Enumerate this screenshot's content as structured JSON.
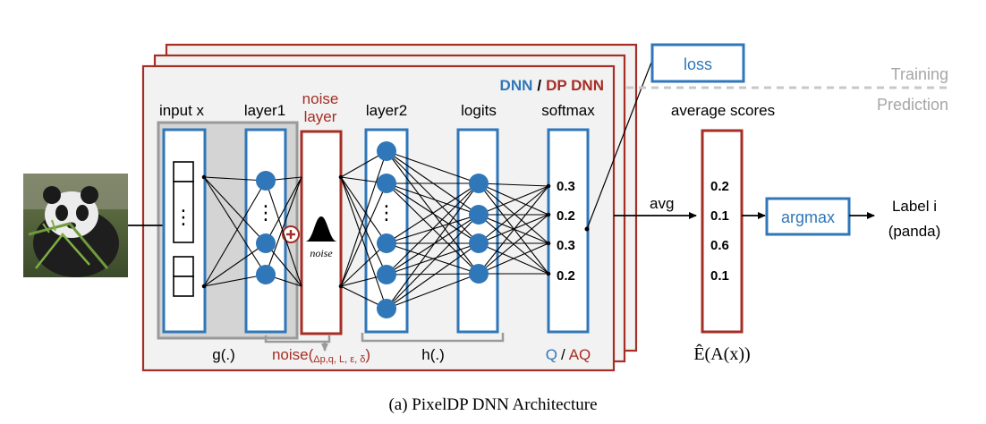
{
  "colors": {
    "blue": "#2f77b9",
    "red": "#a52e25",
    "grey_panel": "#f2f2f2",
    "grey_group": "#d4d4d4",
    "grey_line": "#9a9a9a",
    "light_grey_text": "#a6a6a6"
  },
  "image": {
    "subject": "panda photo"
  },
  "labels": {
    "input": "input x",
    "layer1": "layer1",
    "noise_layer_l1": "noise",
    "noise_layer_l2": "layer",
    "layer2": "layer2",
    "logits": "logits",
    "softmax": "softmax",
    "dnn": "DNN",
    "slash": "/",
    "dp_dnn": "DP DNN",
    "loss": "loss",
    "training": "Training",
    "prediction": "Prediction",
    "average_scores": "average scores",
    "avg": "avg",
    "argmax": "argmax",
    "label_line1": "Label i",
    "label_line2": "(panda)",
    "g_func": "g(.)",
    "noise_func_prefix": "noise(",
    "noise_func_sub": "Δp,q, L, ε, δ",
    "noise_func_suffix": ")",
    "h_func": "h(.)",
    "q_label": "Q",
    "aq_label": "AQ",
    "noise_glyph_text": "noise",
    "dots": "⋮",
    "expectation": "Ê(A(x))",
    "caption": "(a)  PixelDP DNN Architecture"
  },
  "softmax_scores": [
    "0.3",
    "0.2",
    "0.3",
    "0.2"
  ],
  "average_scores": [
    "0.2",
    "0.1",
    "0.6",
    "0.1"
  ]
}
